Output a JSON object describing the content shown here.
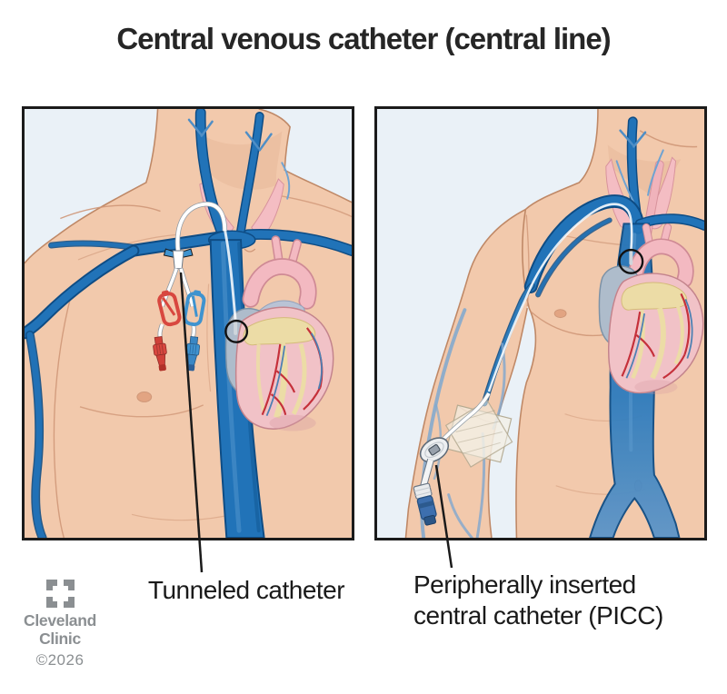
{
  "title": "Central venous catheter (central line)",
  "panels": {
    "left": {
      "label": "Tunneled catheter"
    },
    "right": {
      "label_line1": "Peripherally inserted",
      "label_line2": "central catheter (PICC)"
    }
  },
  "branding": {
    "org_line1": "Cleveland",
    "org_line2": "Clinic",
    "copyright": "©2026",
    "logo_icon": "cleveland-clinic-logo-icon"
  },
  "icons": {
    "left_marker": "catheter-tip-marker-icon",
    "right_marker": "catheter-tip-marker-icon"
  },
  "colors": {
    "panel_background": "#eaf1f7",
    "panel_border": "#1b1b1b",
    "skin": "#f2c9ac",
    "skin_outline": "#bf8866",
    "vein_blue": "#2173b8",
    "vein_outline": "#0e4c84",
    "heart_pink": "#f1c2c7",
    "aorta_pink": "#f3b9c1",
    "atrium_gray": "#aebccb",
    "fat_yellow": "#ecdca6",
    "artery_red": "#c5303a",
    "catheter_white": "#ffffff",
    "clamp_red": "#d8473f",
    "clamp_blue": "#3f93cf",
    "label_text": "#1a1a1a",
    "brand_gray": "#8b8f92"
  }
}
